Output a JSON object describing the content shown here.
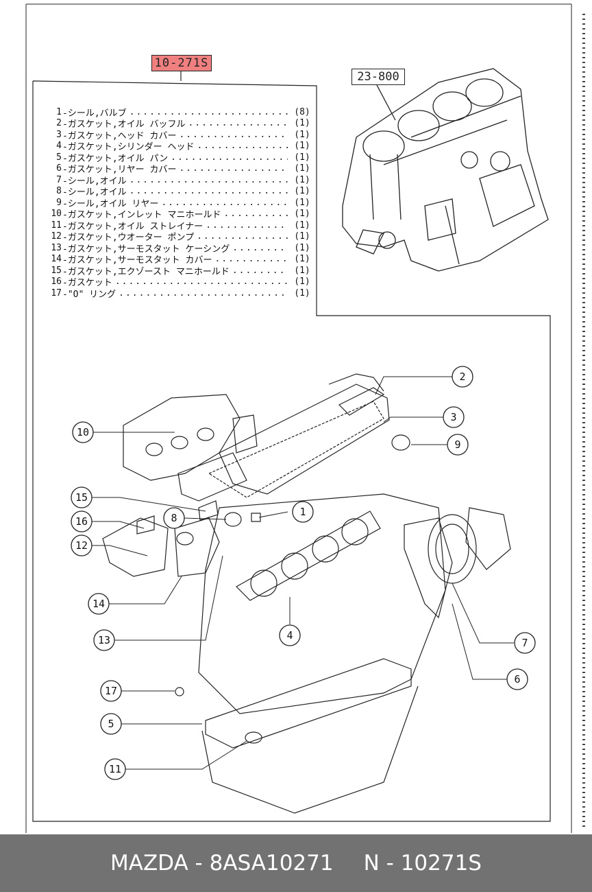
{
  "group_tag": "10-271S",
  "reference_tag": "23-800",
  "parts": [
    {
      "num": "1",
      "name": "-シール,バルブ",
      "qty": "(8)"
    },
    {
      "num": "2",
      "name": "-ガスケット,オイル バッフル",
      "qty": "(1)"
    },
    {
      "num": "3",
      "name": "-ガスケット,ヘッド カバー",
      "qty": "(1)"
    },
    {
      "num": "4",
      "name": "-ガスケット,シリンダー ヘッド",
      "qty": "(1)"
    },
    {
      "num": "5",
      "name": "-ガスケット,オイル パン",
      "qty": "(1)"
    },
    {
      "num": "6",
      "name": "-ガスケット,リヤー カバー",
      "qty": "(1)"
    },
    {
      "num": "7",
      "name": "-シール,オイル",
      "qty": "(1)"
    },
    {
      "num": "8",
      "name": "-シール,オイル",
      "qty": "(1)"
    },
    {
      "num": "9",
      "name": "-シール,オイル リヤー",
      "qty": "(1)"
    },
    {
      "num": "10",
      "name": "-ガスケット,インレット マニホールド",
      "qty": "(1)"
    },
    {
      "num": "11",
      "name": "-ガスケット,オイル ストレイナー",
      "qty": "(1)"
    },
    {
      "num": "12",
      "name": "-ガスケット,ウオーター ポンプ",
      "qty": "(1)"
    },
    {
      "num": "13",
      "name": "-ガスケット,サーモスタット ケーシング",
      "qty": "(1)"
    },
    {
      "num": "14",
      "name": "-ガスケット,サーモスタット カバー",
      "qty": "(1)"
    },
    {
      "num": "15",
      "name": "-ガスケット,エクゾースト マニホールド",
      "qty": "(1)"
    },
    {
      "num": "16",
      "name": "-ガスケット",
      "qty": "(1)"
    },
    {
      "num": "17",
      "name": "-\"O\" リング",
      "qty": "(1)"
    }
  ],
  "callouts": [
    "10",
    "15",
    "16",
    "12",
    "14",
    "13",
    "17",
    "5",
    "11",
    "8",
    "1",
    "2",
    "3",
    "9",
    "4",
    "7",
    "6"
  ],
  "footer": {
    "left": "MAZDA - 8ASA10271",
    "right": "N - 10271S"
  },
  "colors": {
    "group_tag_fill": "#f08080",
    "footer_background": "#727272",
    "line": "#222222"
  }
}
